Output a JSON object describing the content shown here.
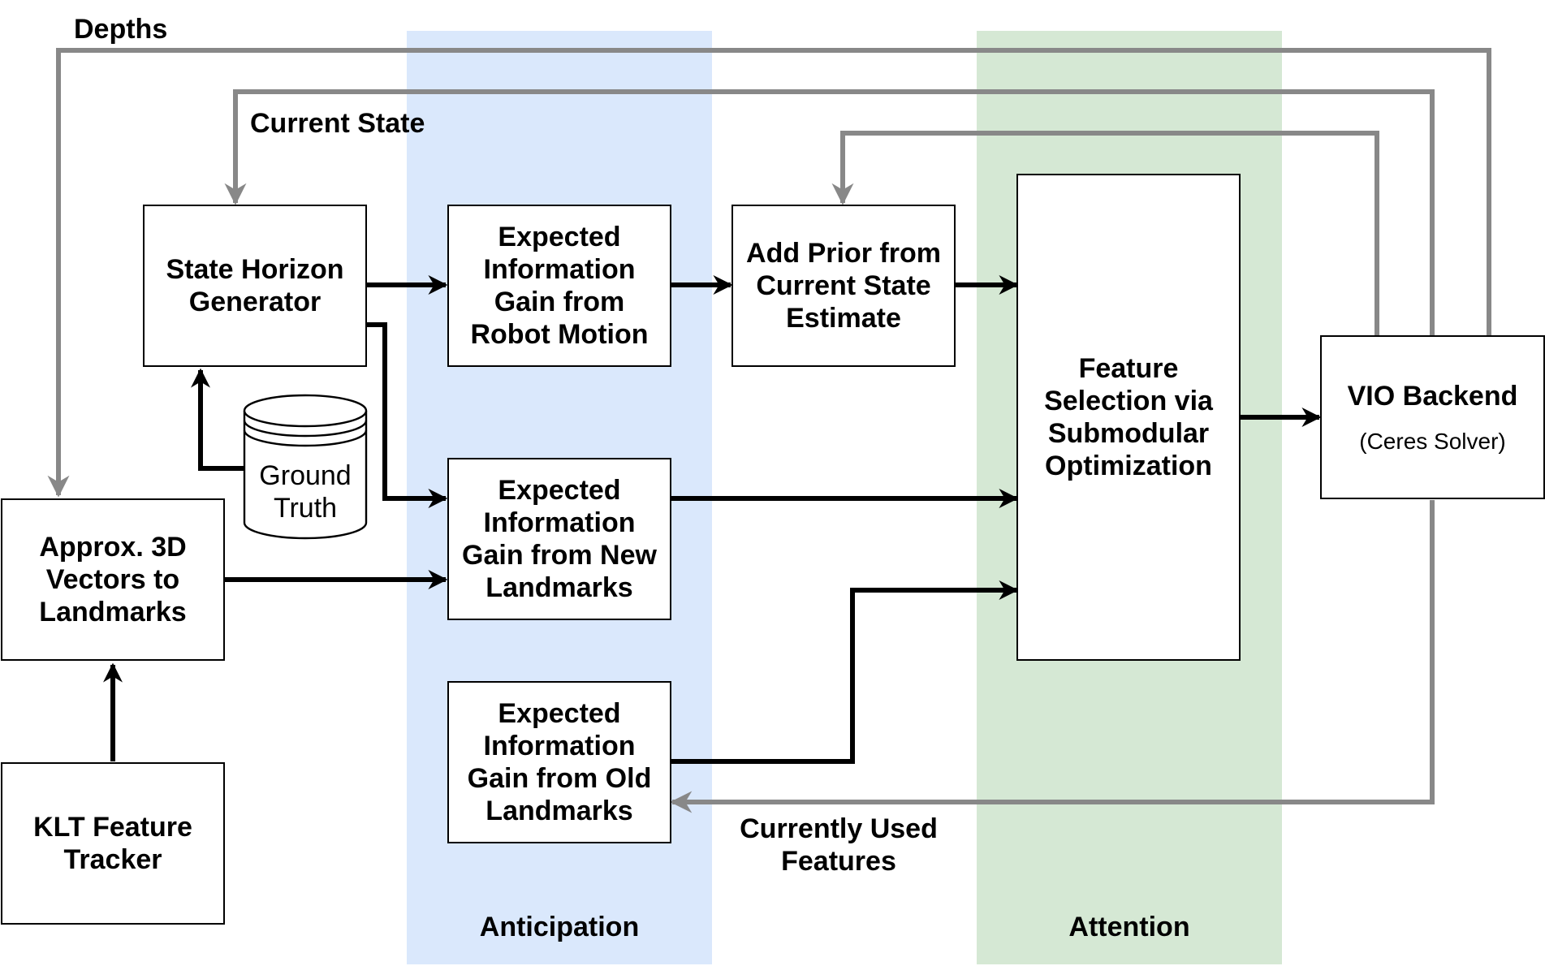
{
  "boxes": {
    "state_horizon": "State Horizon Generator",
    "eig_robot_motion": "Expected Information Gain from Robot Motion",
    "add_prior": "Add Prior from Current State Estimate",
    "feature_selection": "Feature Selection via Submodular Optimization",
    "vio_backend": "VIO Backend",
    "vio_backend_sub": "(Ceres Solver)",
    "approx_3d": "Approx. 3D Vectors to Landmarks",
    "eig_new_landmarks": "Expected Information Gain from New Landmarks",
    "eig_old_landmarks": "Expected Information Gain from Old Landmarks",
    "klt_tracker": "KLT Feature Tracker"
  },
  "cylinder": {
    "line1": "Ground",
    "line2": "Truth"
  },
  "labels": {
    "depths": "Depths",
    "current_state": "Current State",
    "currently_used_features": "Currently Used Features",
    "anticipation": "Anticipation",
    "attention": "Attention"
  },
  "colors": {
    "anticipation_band": "#dae8fc",
    "attention_band": "#d5e8d4",
    "feedback_arrow": "#888888",
    "forward_arrow": "#000000"
  }
}
